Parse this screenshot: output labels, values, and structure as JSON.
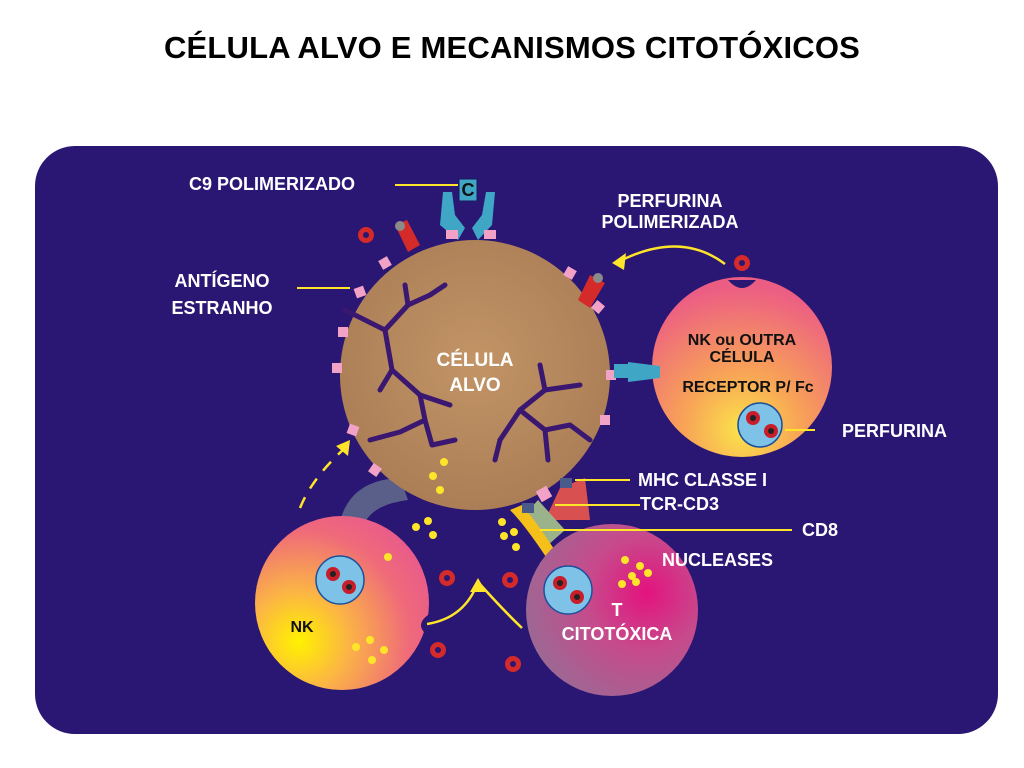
{
  "title": "CÉLULA ALVO E MECANISMOS CITOTÓXICOS",
  "labels": {
    "c9": "C9 POLIMERIZADO",
    "c_box": "C",
    "perforin_poly_1": "PERFURINA",
    "perforin_poly_2": "POLIMERIZADA",
    "antigen_1": "ANTÍGENO",
    "antigen_2": "ESTRANHO",
    "target_1": "CÉLULA",
    "target_2": "ALVO",
    "nk_other_1": "NK ou OUTRA",
    "nk_other_2": "CÉLULA",
    "receptor": "RECEPTOR  P/ Fc",
    "perforin": "PERFURINA",
    "mhc": "MHC CLASSE I",
    "tcr": "TCR-CD3",
    "cd8": "CD8",
    "nucleases": "NUCLEASES",
    "nk": "NK",
    "tc_1": "T",
    "tc_2": "CITOTÓXICA"
  },
  "colors": {
    "panel": "#2a1673",
    "target_cell": "#b8875e",
    "crack": "#3a1770",
    "antigen": "#f2a2c7",
    "yellow": "#ffe52a",
    "perforin_red": "#d42a2a",
    "receptor": "#3fa6c6",
    "granule": "#7ec2e8"
  }
}
